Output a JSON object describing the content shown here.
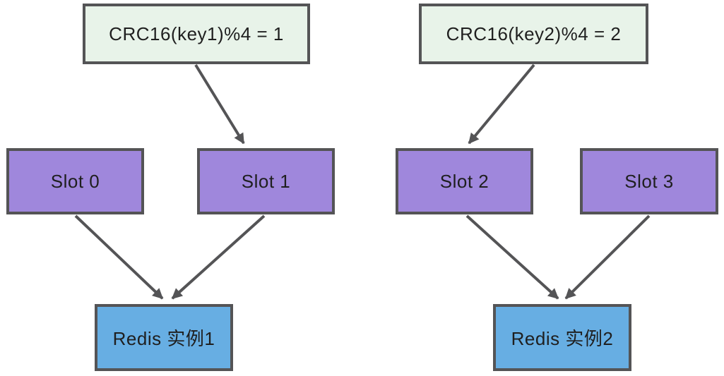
{
  "diagram": {
    "nodes": {
      "crc1": {
        "label": "CRC16(key1)%4 = 1",
        "type": "hash"
      },
      "crc2": {
        "label": "CRC16(key2)%4 = 2",
        "type": "hash"
      },
      "slot0": {
        "label": "Slot 0",
        "type": "slot"
      },
      "slot1": {
        "label": "Slot 1",
        "type": "slot"
      },
      "slot2": {
        "label": "Slot 2",
        "type": "slot"
      },
      "slot3": {
        "label": "Slot 3",
        "type": "slot"
      },
      "redis1": {
        "label": "Redis 实例1",
        "type": "instance"
      },
      "redis2": {
        "label": "Redis 实例2",
        "type": "instance"
      }
    },
    "edges": [
      {
        "from": "crc1",
        "to": "slot1"
      },
      {
        "from": "crc2",
        "to": "slot2"
      },
      {
        "from": "slot0",
        "to": "redis1"
      },
      {
        "from": "slot1",
        "to": "redis1"
      },
      {
        "from": "slot2",
        "to": "redis2"
      },
      {
        "from": "slot3",
        "to": "redis2"
      }
    ],
    "colors": {
      "hash_box_fill": "#e8f3e9",
      "slot_box_fill": "#9f87dc",
      "instance_box_fill": "#67aee3",
      "border": "#545456",
      "arrow": "#545456",
      "text": "#1f1f1f",
      "background": "#ffffff"
    }
  }
}
